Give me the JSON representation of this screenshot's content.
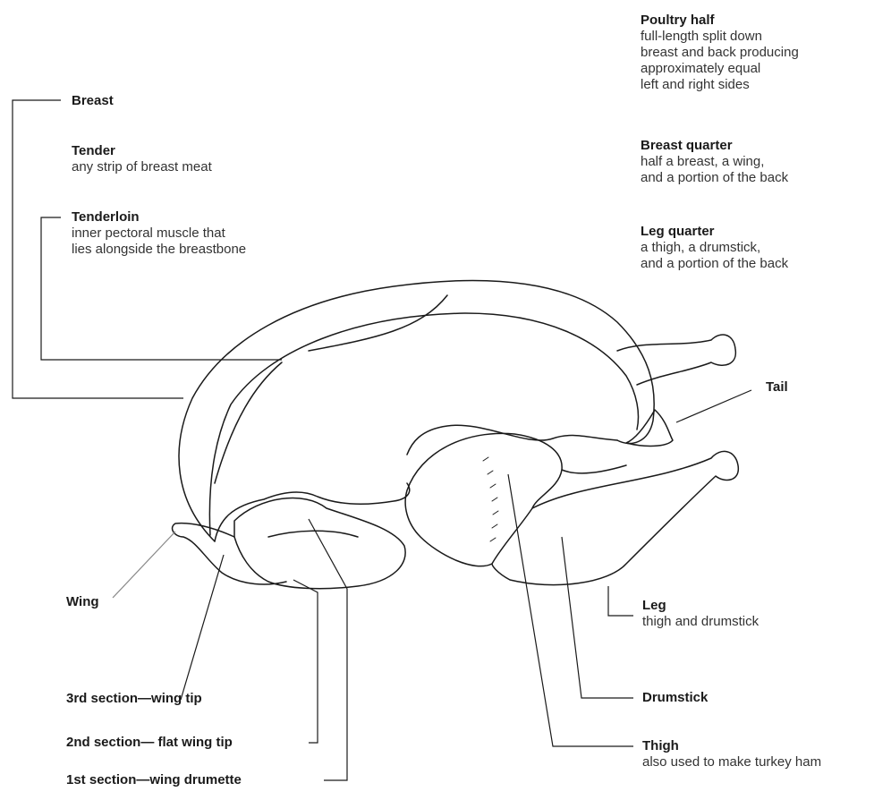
{
  "labels": {
    "poultry_half": {
      "title": "Poultry half",
      "lines": [
        "full-length split down",
        "breast and back producing",
        "approximately equal",
        "left and right sides"
      ]
    },
    "breast": {
      "title": "Breast"
    },
    "tender": {
      "title": "Tender",
      "lines": [
        "any strip of breast meat"
      ]
    },
    "tenderloin": {
      "title": "Tenderloin",
      "lines": [
        "inner pectoral muscle that",
        "lies alongside the breastbone"
      ]
    },
    "breast_quarter": {
      "title": "Breast quarter",
      "lines": [
        "half a breast, a wing,",
        "and a portion of the back"
      ]
    },
    "leg_quarter": {
      "title": "Leg quarter",
      "lines": [
        "a thigh, a drumstick,",
        "and a portion of the back"
      ]
    },
    "tail": {
      "title": "Tail"
    },
    "wing": {
      "title": "Wing"
    },
    "leg": {
      "title": "Leg",
      "lines": [
        "thigh and drumstick"
      ]
    },
    "drumstick": {
      "title": "Drumstick"
    },
    "thigh": {
      "title": "Thigh",
      "lines": [
        "also used to make turkey ham"
      ]
    },
    "wing_tip": {
      "title": "3rd section—wing tip"
    },
    "flat_wing_tip": {
      "title": "2nd section— flat wing tip"
    },
    "wing_drumette": {
      "title": "1st section—wing drumette"
    }
  }
}
